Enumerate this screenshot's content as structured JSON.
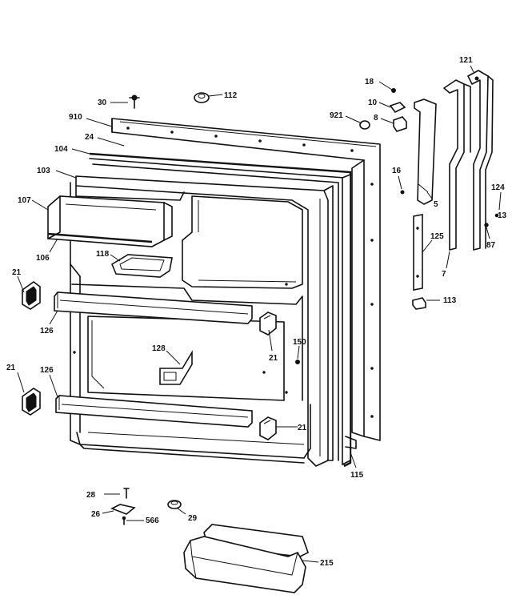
{
  "labels": {
    "l30": "30",
    "l112": "112",
    "l910": "910",
    "l24": "24",
    "l104": "104",
    "l103": "103",
    "l107": "107",
    "l106": "106",
    "l118": "118",
    "l21a": "21",
    "l126a": "126",
    "l128": "128",
    "l21b": "21",
    "l150": "150",
    "l21c": "21",
    "l126b": "126",
    "l21d": "21",
    "l115": "115",
    "l18": "18",
    "l10": "10",
    "l921": "921",
    "l8": "8",
    "l16": "16",
    "l5": "5",
    "l125": "125",
    "l113": "113",
    "l121": "121",
    "l124": "124",
    "l13": "13",
    "l87": "87",
    "l7": "7",
    "l28": "28",
    "l26": "26",
    "l566": "566",
    "l29": "29",
    "l215": "215"
  }
}
